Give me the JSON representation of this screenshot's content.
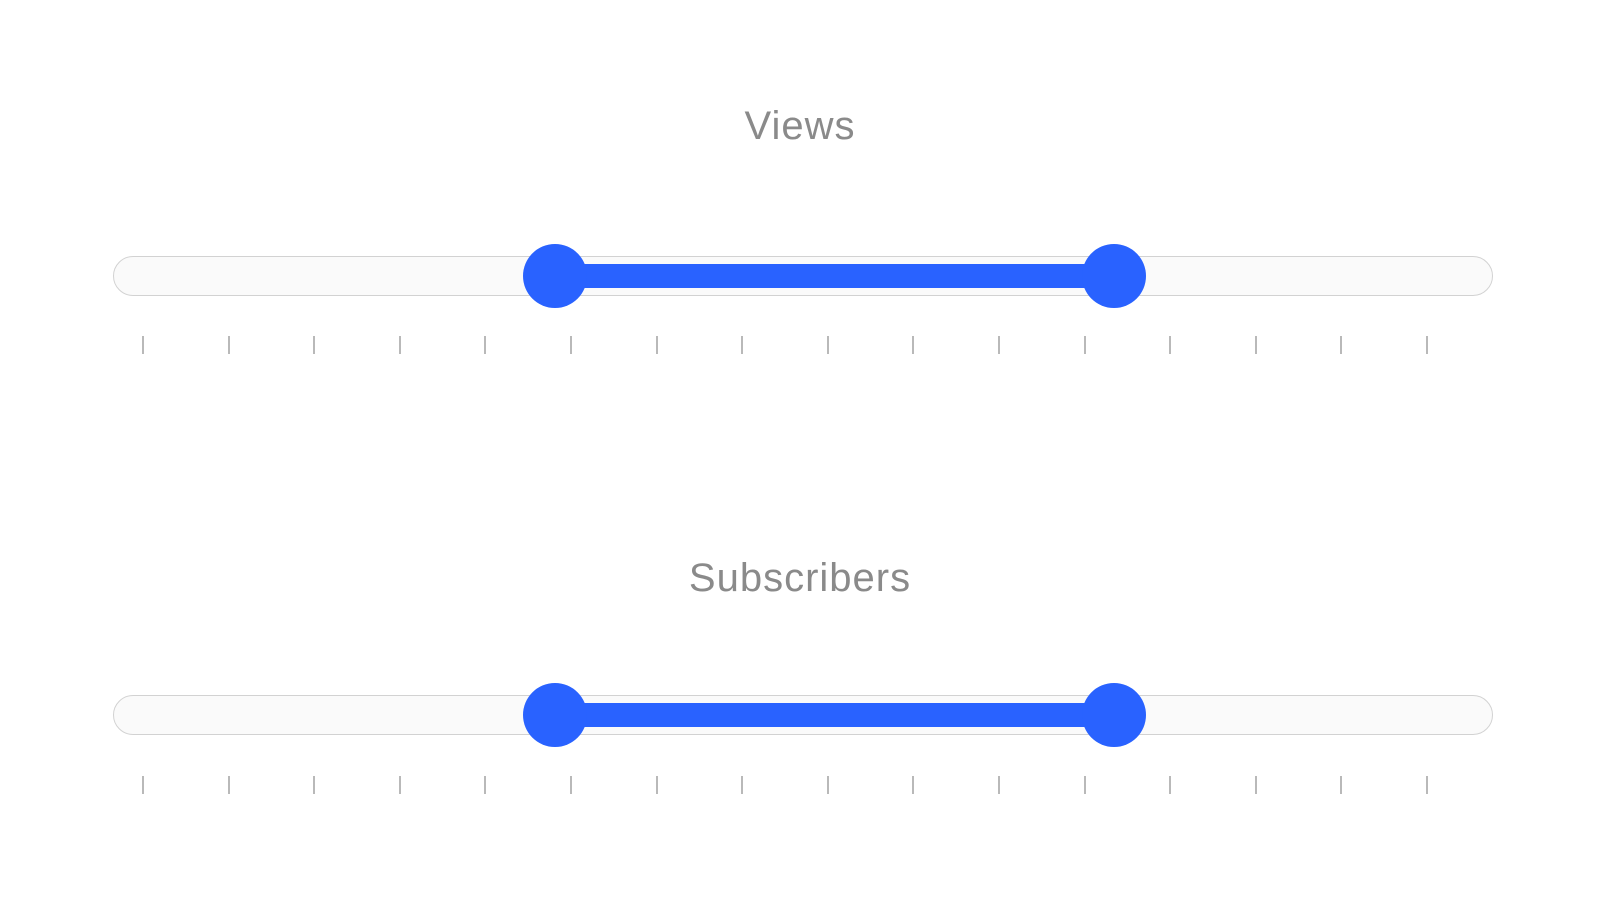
{
  "sliders": [
    {
      "title": "Views",
      "range": {
        "min": 0,
        "max": 1,
        "low": 0.32,
        "high": 0.725
      },
      "tick_count": 16
    },
    {
      "title": "Subscribers",
      "range": {
        "min": 0,
        "max": 1,
        "low": 0.32,
        "high": 0.725
      },
      "tick_count": 16
    }
  ],
  "colors": {
    "accent": "#2962ff",
    "track_fill": "#fafafa",
    "track_border": "#d2d2d2",
    "title_text": "#8a8a8a",
    "tick": "#b9b9b9"
  }
}
